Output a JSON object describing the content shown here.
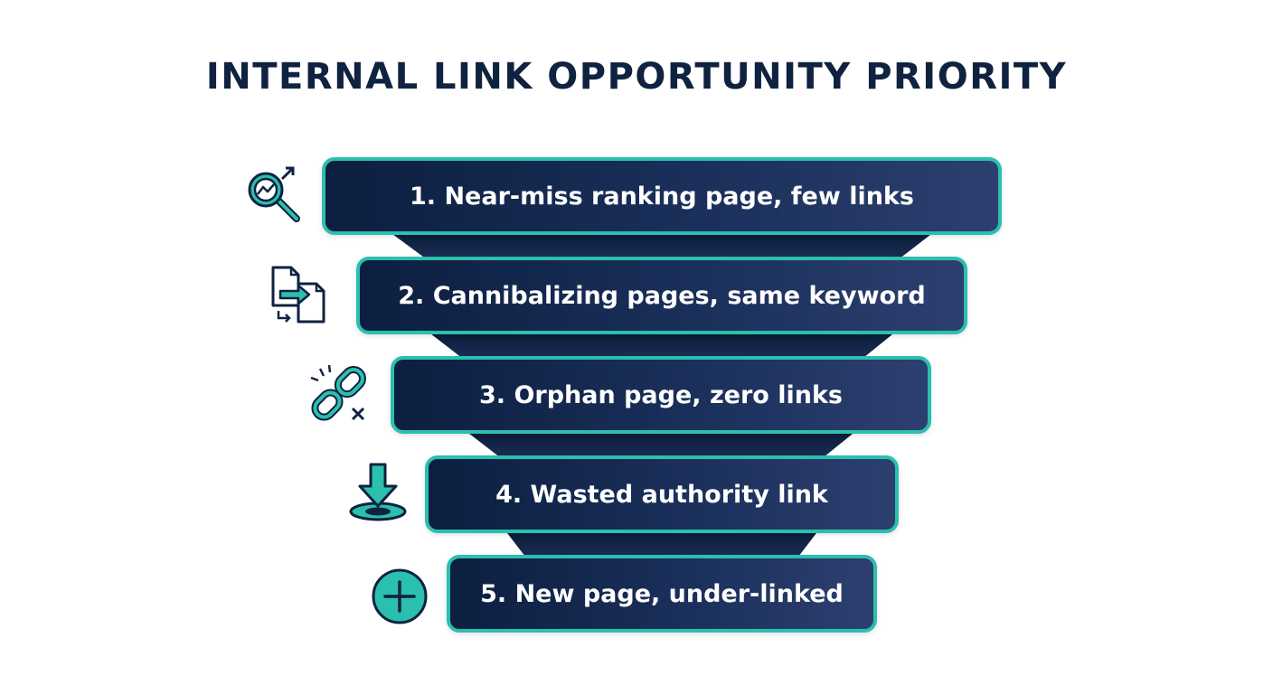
{
  "title": "INTERNAL LINK OPPORTUNITY PRIORITY",
  "colors": {
    "navy": "#0f2240",
    "bar_dark": "#0c1f40",
    "bar_light": "#2d3f6f",
    "teal": "#2bbfae"
  },
  "items": [
    {
      "label": "1. Near-miss ranking page, few links",
      "icon": "magnifier-trend-icon"
    },
    {
      "label": "2. Cannibalizing pages, same keyword",
      "icon": "duplicate-pages-icon"
    },
    {
      "label": "3. Orphan page, zero links",
      "icon": "broken-link-icon"
    },
    {
      "label": "4. Wasted authority link",
      "icon": "down-arrow-target-icon"
    },
    {
      "label": "5. New page, under-linked",
      "icon": "plus-circle-icon"
    }
  ]
}
